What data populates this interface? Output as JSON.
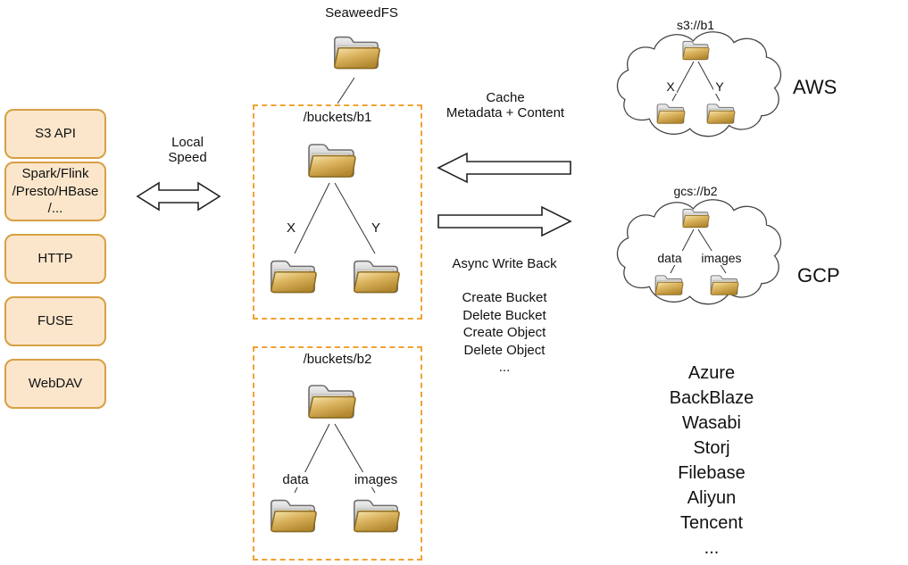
{
  "diagram_title": "SeaweedFS",
  "api_stack": {
    "items": [
      "S3 API",
      "Spark/Flink\n/Presto/HBase\n/...",
      "HTTP",
      "FUSE",
      "WebDAV"
    ]
  },
  "local_link": {
    "label": "Local\nSpeed"
  },
  "cache_link": {
    "label": "Cache\nMetadata + Content"
  },
  "async_link": {
    "label": "Async Write Back",
    "operations": [
      "Create Bucket",
      "Delete Bucket",
      "Create Object",
      "Delete Object",
      "..."
    ]
  },
  "bucket_b1": {
    "title": "/buckets/b1",
    "child_x": "X",
    "child_y": "Y"
  },
  "bucket_b2": {
    "title": "/buckets/b2",
    "child_data": "data",
    "child_images": "images"
  },
  "aws": {
    "bucket": "s3://b1",
    "child_x": "X",
    "child_y": "Y",
    "label": "AWS"
  },
  "gcp": {
    "bucket": "gcs://b2",
    "child_data": "data",
    "child_images": "images",
    "label": "GCP"
  },
  "other_providers": [
    "Azure",
    "BackBlaze",
    "Wasabi",
    "Storj",
    "Filebase",
    "Aliyun",
    "Tencent",
    "..."
  ],
  "icons": {
    "folder": "folder-icon",
    "cloud": "cloud-shape",
    "arrow": "block-arrow"
  },
  "colors": {
    "api_box_fill": "#fbe6cb",
    "api_box_border": "#d7a044",
    "dashed_border": "#f0a233",
    "folder_gold": "#c99d45",
    "line": "#333333"
  }
}
